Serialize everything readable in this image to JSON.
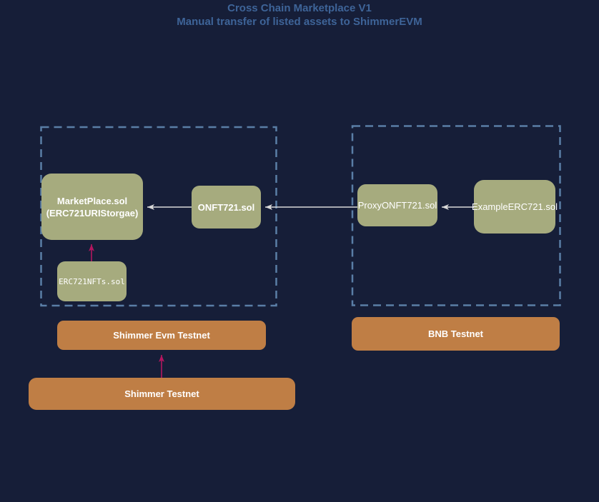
{
  "title": {
    "line1": "Cross Chain Marketplace V1",
    "line2": "Manual transfer of listed assets to ShimmerEVM"
  },
  "diagram": {
    "nodes": {
      "marketplace": {
        "line1": "MarketPlace.sol",
        "line2": "(ERC721URIStorgae)"
      },
      "onft721": {
        "label": "ONFT721.sol"
      },
      "erc721nfts": {
        "label": "ERC721NFTs.sol"
      },
      "proxy_onft721": {
        "label": "ProxyONFT721.sol"
      },
      "example_erc721": {
        "label": "ExampleERC721.sol"
      }
    },
    "chains": {
      "shimmer_evm_testnet": {
        "label": "Shimmer Evm Testnet"
      },
      "bnb_testnet": {
        "label": "BNB Testnet"
      },
      "shimmer_testnet": {
        "label": "Shimmer Testnet"
      }
    }
  },
  "colors": {
    "background": "#161e38",
    "title_text": "#3e6498",
    "node_fill": "#a6ab7e",
    "chain_fill": "#bf7e45",
    "node_text": "#ffffff",
    "dashed_container_border": "#5a7ea6",
    "arrow_white": "#d9d9d9",
    "arrow_pink": "#b3165f"
  }
}
